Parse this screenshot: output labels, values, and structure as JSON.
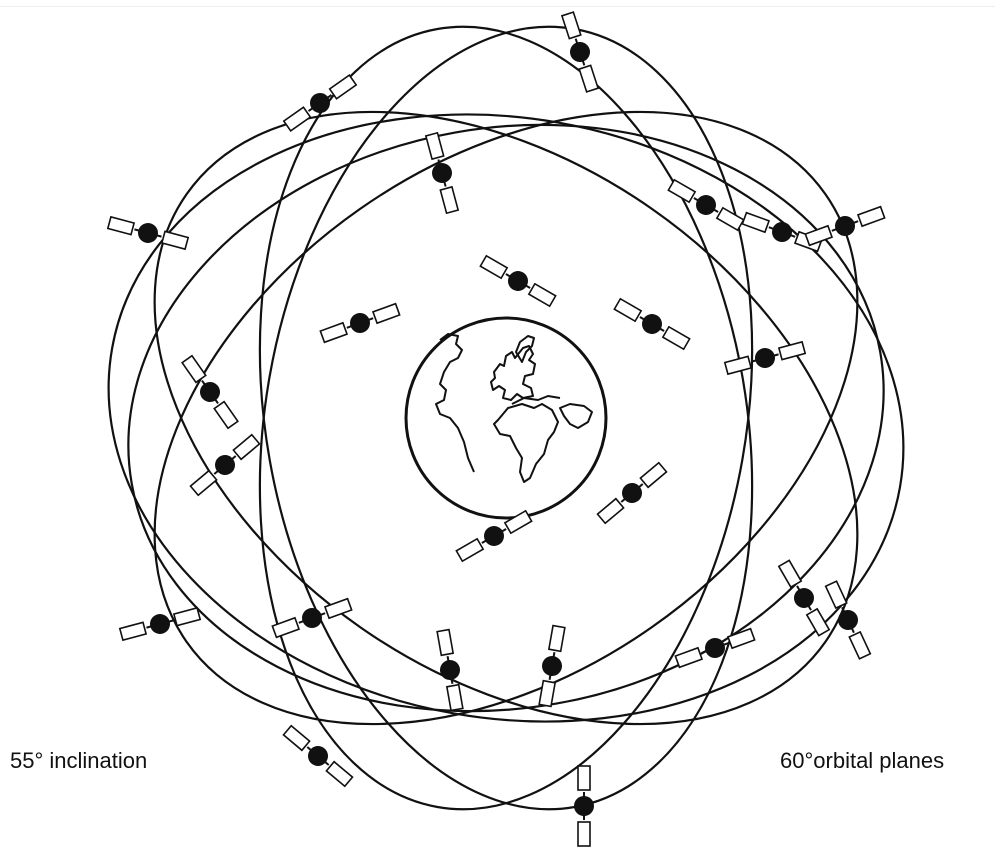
{
  "labels": {
    "inclination": "55° inclination",
    "orbital_planes": "60°orbital planes"
  },
  "colors": {
    "ink": "#111111",
    "background": "#ffffff"
  },
  "satellite_count": 24,
  "orbit_count": 6
}
